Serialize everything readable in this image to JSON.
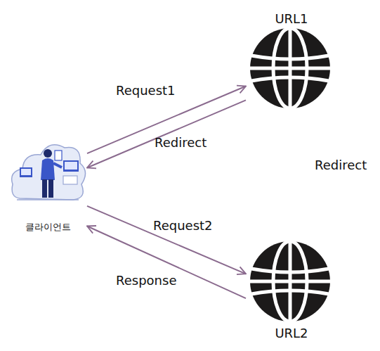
{
  "diagram": {
    "nodes": [
      {
        "text": [
          "클라이언트"
        ]
      },
      {
        "text": [
          "URL1"
        ]
      },
      {
        "text": [
          "URL2"
        ]
      }
    ],
    "edges": [
      {
        "from": 0,
        "to": 1,
        "arrow": "to",
        "label": "Request1"
      },
      {
        "from": 1,
        "to": 0,
        "arrow": "to",
        "label": "Redirect"
      },
      {
        "from": 0,
        "to": 2,
        "arrow": "to",
        "label": "Request2"
      },
      {
        "from": 2,
        "to": 0,
        "arrow": "to",
        "label": "Response"
      }
    ],
    "labels": [
      "Redirect"
    ]
  }
}
